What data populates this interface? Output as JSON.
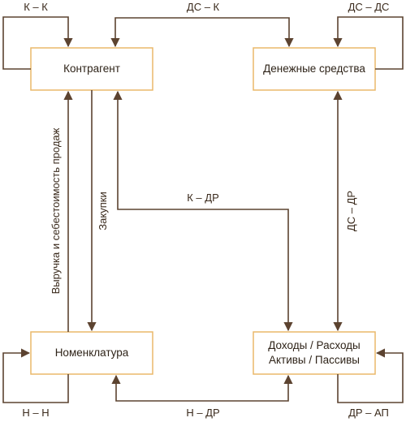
{
  "boxes": {
    "counterparty": "Контрагент",
    "cash": "Денежные средства",
    "nomenclature": "Номенклатура",
    "income_line1": "Доходы / Расходы",
    "income_line2": "Активы / Пассивы"
  },
  "edges": {
    "k_k": "К – К",
    "ds_k": "ДС – К",
    "ds_ds": "ДС – ДС",
    "k_dr": "К – ДР",
    "ds_dr": "ДС – ДР",
    "revenue": "Выручка и себестоимость продаж",
    "purchases": "Закупки",
    "n_n": "Н – Н",
    "n_dr": "Н – ДР",
    "dr_ap": "ДР – АП"
  },
  "colors": {
    "box_border": "#eab86a",
    "line": "#5c4330"
  }
}
